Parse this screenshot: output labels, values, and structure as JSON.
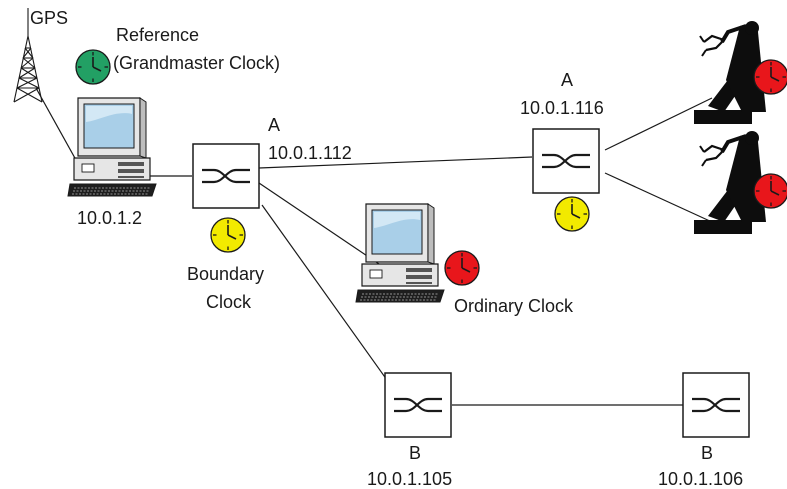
{
  "gps": {
    "label": "GPS"
  },
  "reference": {
    "line1": "Reference",
    "line2": "(Grandmaster Clock)",
    "clock_color": "#22a064"
  },
  "grandmaster_pc": {
    "ip": "10.0.1.2"
  },
  "switch_a1": {
    "name": "A",
    "ip": "10.0.1.112"
  },
  "switch_a2": {
    "name": "A",
    "ip": "10.0.1.116"
  },
  "switch_b1": {
    "name": "B",
    "ip": "10.0.1.105"
  },
  "switch_b2": {
    "name": "B",
    "ip": "10.0.1.106"
  },
  "boundary": {
    "line1": "Boundary",
    "line2": "Clock",
    "clock_color": "#f2ea00"
  },
  "ordinary": {
    "label": "Ordinary Clock",
    "clock_color": "#e8161b"
  },
  "robots": {
    "count_shown": 2,
    "clock_color": "#e8161b"
  },
  "colors": {
    "line": "#1a1a1a",
    "monitor_screen": "#a9cfe8",
    "device_body": "#e6e6e6"
  }
}
